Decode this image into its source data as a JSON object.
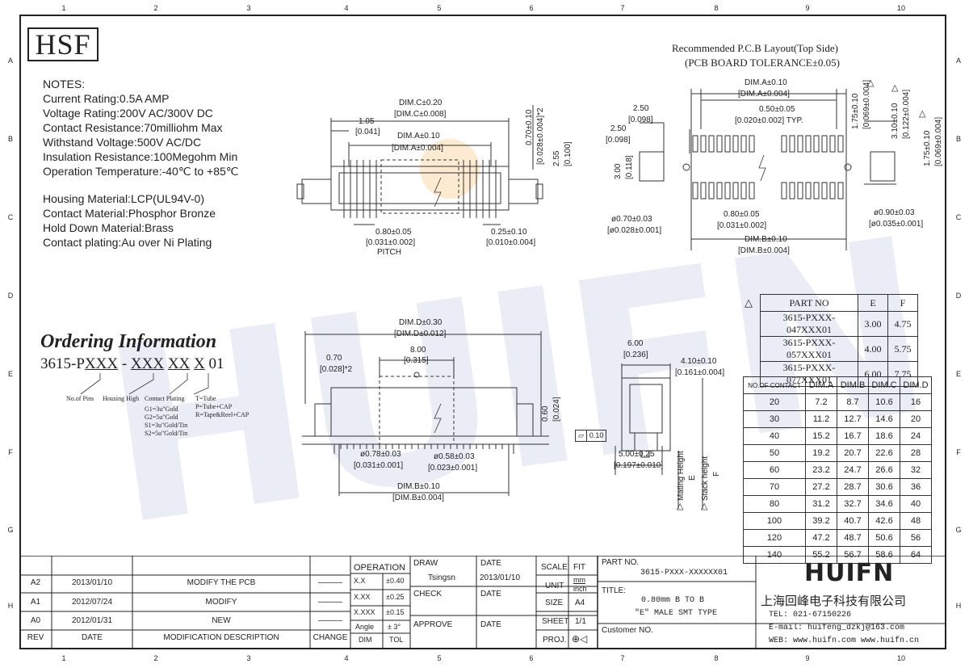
{
  "logo": "HSF",
  "zones": {
    "columns": [
      "1",
      "2",
      "3",
      "4",
      "5",
      "6",
      "7",
      "8",
      "9",
      "10"
    ],
    "rows": [
      "A",
      "B",
      "C",
      "D",
      "E",
      "F",
      "G",
      "H"
    ]
  },
  "notes": {
    "heading": "NOTES:",
    "lines": [
      "Current Rating:0.5A AMP",
      "Voltage Rating:200V AC/300V DC",
      "Contact Resistance:70milliohm Max",
      "Withstand Voltage:500V AC/DC",
      "Insulation Resistance:100Megohm Min",
      "Operation Temperature:-40℃ to +85℃"
    ],
    "materials": [
      "Housing Material:LCP(UL94V-0)",
      "Contact Material:Phosphor Bronze",
      "Hold Down Material:Brass",
      "Contact plating:Au over Ni Plating"
    ]
  },
  "ordering": {
    "title": "Ordering Information",
    "code_prefix": "3615-P",
    "code_parts": [
      "XXX",
      "-",
      "XXX",
      "XX",
      "X",
      "01"
    ],
    "pins_label": "No.of Pins",
    "high_label": "Housing High",
    "plating_label": "Contact Plating",
    "plating_options": [
      "G1=3u\"Gold",
      "G2=5u\"Gold",
      "S1=3u\"Gold/Tin",
      "S2=5u\"Gold/Tin"
    ],
    "pack_options": [
      "T=Tube",
      "P=Tube+CAP",
      "R=Tape&Reel+CAP"
    ]
  },
  "pcb_layout": {
    "title": "Recommended P.C.B Layout(Top Side)",
    "tolerance": "(PCB BOARD TOLERANCE±0.05)",
    "dims": {
      "dim_a": "DIM.A±0.10",
      "dim_a_in": "[DIM.A±0.004]",
      "pitch": "0.50±0.05",
      "pitch_in": "[0.020±0.002]",
      "typ": "TYP.",
      "w250": "2.50",
      "w250_in": "[0.098]",
      "h250": "2.50",
      "h250_in": "[0.098]",
      "h300": "3.00",
      "h300_in": "[0.118]",
      "hole070": "ø0.70±0.03",
      "hole070_in": "[ø0.028±0.001]",
      "p080": "0.80±0.05",
      "p080_in": "[0.031±0.002]",
      "dim_b": "DIM.B±0.10",
      "dim_b_in": "[DIM.B±0.004]",
      "hole090": "ø0.90±0.03",
      "hole090_in": "[ø0.035±0.001]",
      "v175a": "1.75±0.10",
      "v175a_in": "[0.069±0.004]",
      "v310": "3.10±0.10",
      "v310_in": "[0.122±0.004]",
      "v175b": "1.75±0.10",
      "v175b_in": "[0.069±0.004]"
    }
  },
  "front_view": {
    "dim_c": "DIM.C±0.20",
    "dim_c_in": "[DIM.C±0.008]",
    "d105": "1.05",
    "d105_in": "[0.041]",
    "dim_a": "DIM.A±0.10",
    "dim_a_in": "[DIM.A±0.004]",
    "v070": "0.70±0.10",
    "v070_in": "[0.028±0.004]*2",
    "v255": "2.55",
    "v255_in": "[0.100]",
    "pitch": "0.80±0.05",
    "pitch_in": "[0.031±0.002]",
    "pitch_label": "PITCH",
    "lead": "0.25±0.10",
    "lead_in": "[0.010±0.004]"
  },
  "bottom_view": {
    "dim_d": "DIM.D±0.30",
    "dim_d_in": "[DIM.D±0.012]",
    "d070": "0.70",
    "d070_in": "[0.028]*2",
    "d800": "8.00",
    "d800_in": "[0.315]",
    "v060": "0.60",
    "v060_in": "[0.024]",
    "post078": "ø0.78±0.03",
    "post078_in": "[0.031±0.001]",
    "post058": "ø0.58±0.03",
    "post058_in": "[0.023±0.001]",
    "dim_b": "DIM.B±0.10",
    "dim_b_in": "[DIM.B±0.004]"
  },
  "side_view": {
    "w600": "6.00",
    "w600_in": "[0.236]",
    "w410": "4.10±0.10",
    "w410_in": "[0.161±0.004]",
    "flat": "0.10",
    "w500": "5.00±0.25",
    "w500_in": "[0.197±0.010]",
    "mating": "Mating Height",
    "mating_sym": "E",
    "stack": "Stack height",
    "stack_sym": "F"
  },
  "part_table": {
    "headers": [
      "PART NO",
      "E",
      "F"
    ],
    "rows": [
      [
        "3615-PXXX-047XXX01",
        "3.00",
        "4.75"
      ],
      [
        "3615-PXXX-057XXX01",
        "4.00",
        "5.75"
      ],
      [
        "3615-PXXX-077XXX01",
        "6.00",
        "7.75"
      ]
    ]
  },
  "dim_table": {
    "headers": [
      "NO.OF  CONTACT",
      "DIM.A",
      "DIM.B",
      "DIM.C",
      "DIM.D"
    ],
    "rows": [
      [
        "20",
        "7.2",
        "8.7",
        "10.6",
        "16"
      ],
      [
        "30",
        "11.2",
        "12.7",
        "14.6",
        "20"
      ],
      [
        "40",
        "15.2",
        "16.7",
        "18.6",
        "24"
      ],
      [
        "50",
        "19.2",
        "20.7",
        "22.6",
        "28"
      ],
      [
        "60",
        "23.2",
        "24.7",
        "26.6",
        "32"
      ],
      [
        "70",
        "27.2",
        "28.7",
        "30.6",
        "36"
      ],
      [
        "80",
        "31.2",
        "32.7",
        "34.6",
        "40"
      ],
      [
        "100",
        "39.2",
        "40.7",
        "42.6",
        "48"
      ],
      [
        "120",
        "47.2",
        "48.7",
        "50.6",
        "56"
      ],
      [
        "140",
        "55.2",
        "56.7",
        "58.6",
        "64"
      ]
    ]
  },
  "revisions": {
    "headers": [
      "REV",
      "DATE",
      "MODIFICATION  DESCRIPTION",
      "CHANGE"
    ],
    "rows": [
      [
        "A2",
        "2013/01/10",
        "MODIFY THE PCB",
        "———"
      ],
      [
        "A1",
        "2012/07/24",
        "MODIFY",
        "———"
      ],
      [
        "A0",
        "2012/01/31",
        "NEW",
        "———"
      ]
    ]
  },
  "title_block": {
    "operation": "OPERATION",
    "tol_rows": [
      [
        "X.X",
        "±0.40"
      ],
      [
        "X.XX",
        "±0.25"
      ],
      [
        "X.XXX",
        "±0.15"
      ],
      [
        "Angle",
        "± 3°"
      ]
    ],
    "dim_label": "DIM",
    "tol_label": "TOL",
    "draw_label": "DRAW",
    "drawer": "Tsingsn",
    "date_label": "DATE",
    "draw_date": "2013/01/10",
    "check_label": "CHECK",
    "check_date_label": "DATE",
    "approve_label": "APPROVE",
    "approve_date_label": "DATE",
    "scale_label": "SCALE",
    "scale_value": "FIT",
    "unit_label": "UNIT",
    "unit_value1": "mm",
    "unit_value2": "inch",
    "size_label": "SIZE",
    "size_value": "A4",
    "sheet_label": "SHEET",
    "sheet_value": "1/1",
    "proj_label": "PROJ.",
    "part_no_label": "PART NO.",
    "part_no": "3615-PXXX-XXXXXX01",
    "title_label": "TITLE:",
    "title_line1": "0.80mm B TO B",
    "title_line2": "\"E\" MALE SMT TYPE",
    "customer_label": "Customer NO."
  },
  "company": {
    "brand": "HUIFN",
    "name_cn": "上海回峰电子科技有限公司",
    "tel": "TEL: 021-67150226",
    "email": "E-mail: huifeng_dzkj@163.com",
    "web": "WEB:  www.huifn.com   www.huifn.cn"
  },
  "watermark": "HUIFN",
  "colors": {
    "ink": "#222222",
    "watermark": "#3a5aa8",
    "highlight": "#f5c27a"
  }
}
